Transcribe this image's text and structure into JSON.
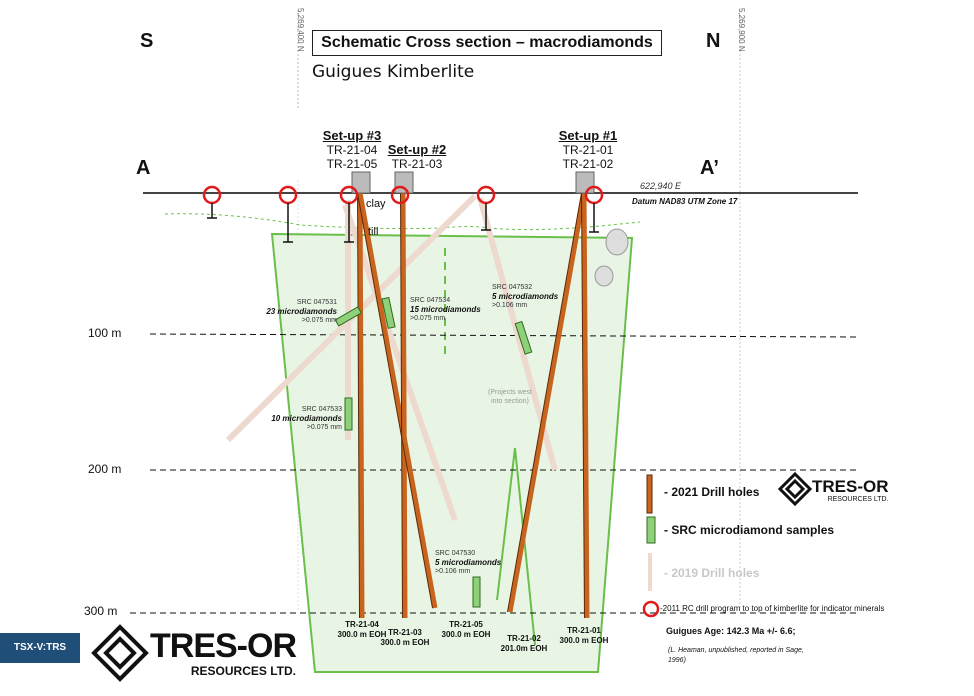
{
  "title": "Schematic Cross section – macrodiamonds",
  "subtitle": "Guigues Kimberlite",
  "directions": {
    "south": "S",
    "north": "N",
    "a": "A",
    "a_prime": "A’"
  },
  "coordinates": {
    "left": "5,269,400 N",
    "right": "5,269,900 N",
    "easting": "622,940 E",
    "datum": "Datum NAD83 UTM Zone 17"
  },
  "setups": [
    {
      "heading": "Set-up #3",
      "holes": "TR-21-04\nTR-21-05"
    },
    {
      "heading": "Set-up #2",
      "holes": "TR-21-03"
    },
    {
      "heading": "Set-up #1",
      "holes": "TR-21-01\nTR-21-02"
    }
  ],
  "overburden": {
    "clay": "clay",
    "till": "till"
  },
  "depths": [
    "100 m",
    "200 m",
    "300 m"
  ],
  "samples": [
    {
      "id": "SRC 047531",
      "count": "23 microdiamonds",
      "size": ">0.075 mm"
    },
    {
      "id": "SRC 047534",
      "count": "15 microdiamonds",
      "size": ">0.075 mm"
    },
    {
      "id": "SRC 047532",
      "count": "5 microdiamonds",
      "size": ">0.106 mm"
    },
    {
      "id": "SRC 047533",
      "count": "10 microdiamonds",
      "size": ">0.075 mm"
    },
    {
      "id": "SRC 047530",
      "count": "5 microdiamonds",
      "size": ">0.106 mm"
    }
  ],
  "projects_note": "(Projects west into section)",
  "holes": [
    {
      "name": "TR-21-04",
      "length": "300.0 m EOH"
    },
    {
      "name": "TR-21-03",
      "length": "300.0 m EOH"
    },
    {
      "name": "TR-21-05",
      "length": "300.0 m EOH"
    },
    {
      "name": "TR-21-02",
      "length": "201.0m EOH"
    },
    {
      "name": "TR-21-01",
      "length": "300.0 m EOH"
    }
  ],
  "legend": {
    "drill_2021": "- 2021 Drill holes",
    "src_samples": "- SRC microdiamond  samples",
    "drill_2019": "- 2019 Drill holes",
    "rc_2011": "-2011 RC drill program to top of kimberlite for indicator minerals"
  },
  "age": "Guigues Age: 142.3 Ma +/- 6.6;",
  "reference": "(L. Heaman, unpublished, reported in Sage, 1996)",
  "ticker": "TSX-V:TRS",
  "logo": {
    "name": "TRES-OR",
    "sub": "RESOURCES LTD."
  },
  "colors": {
    "drill_2021": "#c8641e",
    "kimberlite_fill": "#e8f5e4",
    "kimberlite_outline": "#6abf4b",
    "sample": "#8fd17a",
    "rc_circle": "#e01b1b",
    "drill_2019": "#eed9cf"
  }
}
